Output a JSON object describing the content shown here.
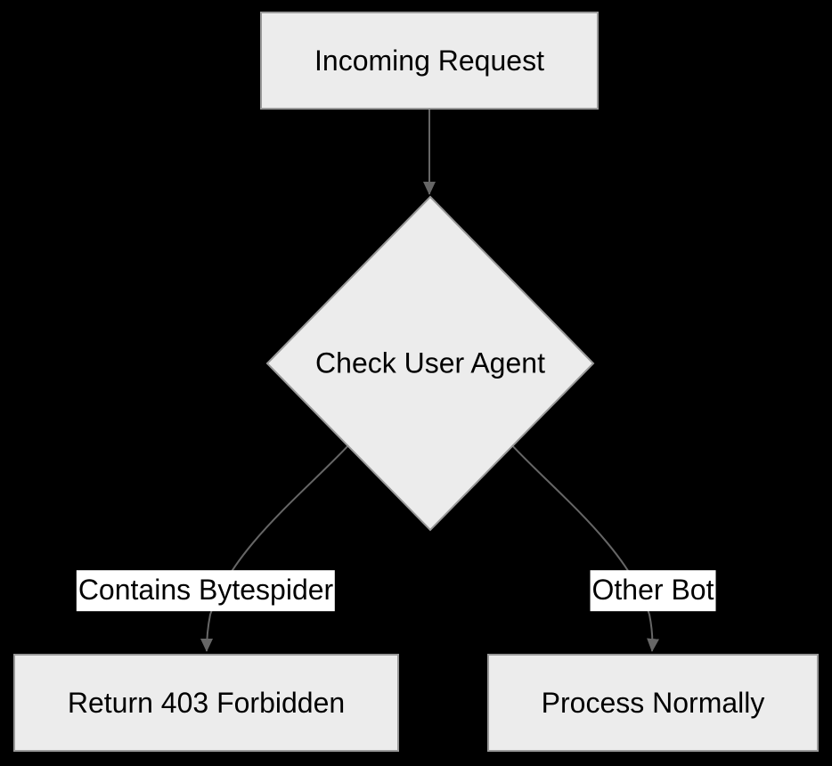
{
  "diagram": {
    "type": "flowchart",
    "direction": "top-down",
    "nodes": {
      "incoming": {
        "label": "Incoming Request",
        "shape": "rectangle"
      },
      "check": {
        "label": "Check User Agent",
        "shape": "diamond"
      },
      "return403": {
        "label": "Return 403 Forbidden",
        "shape": "rectangle"
      },
      "process": {
        "label": "Process Normally",
        "shape": "rectangle"
      }
    },
    "edges": [
      {
        "from": "incoming",
        "to": "check",
        "label": ""
      },
      {
        "from": "check",
        "to": "return403",
        "label": "Contains Bytespider"
      },
      {
        "from": "check",
        "to": "process",
        "label": "Other Bot"
      }
    ],
    "colors": {
      "background": "#000000",
      "node_fill": "#ececec",
      "node_border": "#999999",
      "edge_stroke": "#666666",
      "arrowhead": "#666666",
      "edge_label_bg": "#ffffff",
      "text": "#000000"
    }
  }
}
